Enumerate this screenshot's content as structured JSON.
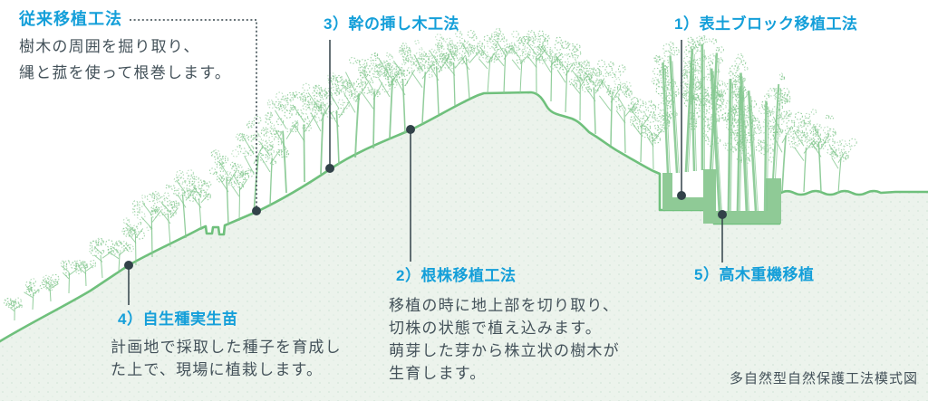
{
  "colors": {
    "accent_blue": "#149fd9",
    "body_text": "#44525a",
    "leader_dark": "#324249",
    "hill_outline": "#6fc07c",
    "hill_fill": "#ecf3ec",
    "hill_texture_dot": "#d9e9de",
    "block_green": "#8fca96",
    "tree_green": "#85c890"
  },
  "labels": {
    "conventional": {
      "title": "従来移植工法",
      "line1": "樹木の周囲を掘り取り、",
      "line2": "縄と菰を使って根巻します。"
    },
    "m1": {
      "title": "1）表土ブロック移植工法"
    },
    "m2": {
      "title": "2）根株移植工法",
      "line1": "移植の時に地上部を切り取り、",
      "line2": "切株の状態で植え込みます。",
      "line3": "萌芽した芽から株立状の樹木が",
      "line4": "生育します。"
    },
    "m3": {
      "title": "3）幹の挿し木工法"
    },
    "m4": {
      "title": "4）自生種実生苗",
      "line1": "計画地で採取した種子を育成し",
      "line2": "た上で、現場に植栽します。"
    },
    "m5": {
      "title": "5）高木重機移植"
    },
    "caption": "多自然型自然保護工法模式図"
  }
}
